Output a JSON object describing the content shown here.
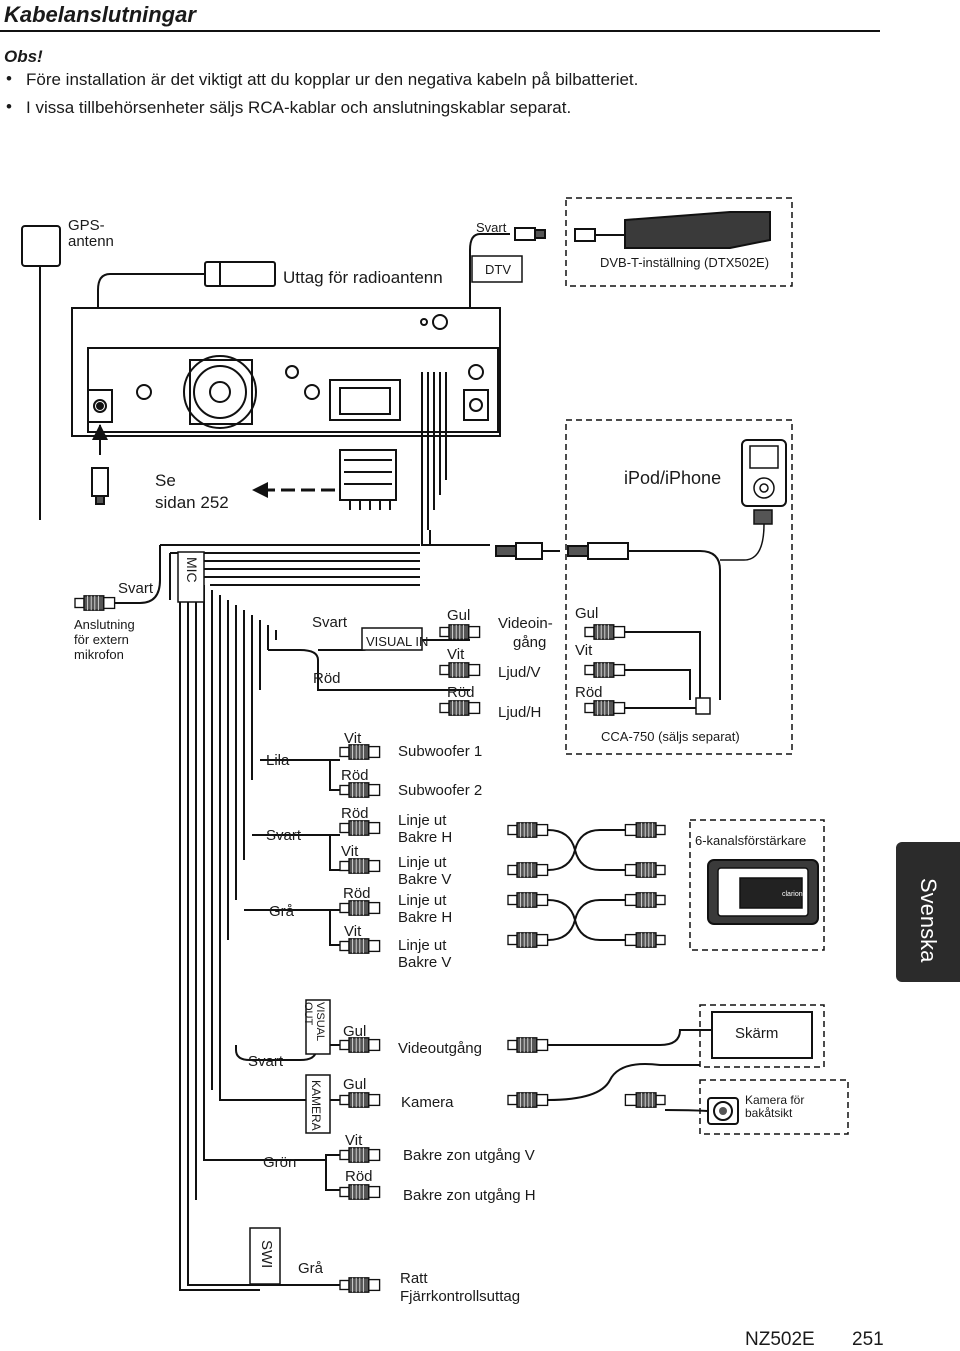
{
  "title": "Kabelanslutningar",
  "notes": {
    "heading": "Obs!",
    "items": [
      "Före installation är det viktigt att du kopplar ur den negativa kabeln på bilbatteriet.",
      "I vissa tillbehörsenheter säljs RCA-kablar och anslutningskablar separat."
    ]
  },
  "labels": {
    "gps_1": "GPS-",
    "gps_2": "antenn",
    "radio": "Uttag för radioantenn",
    "svart_top": "Svart",
    "dtv": "DTV",
    "dvbt": "DVB-T-inställning (DTX502E)",
    "se": "Se",
    "sidan": "sidan 252",
    "ipod": "iPod/iPhone",
    "svart_mic": "Svart",
    "mic": "MIC",
    "ext1": "Anslutning",
    "ext2": "för extern",
    "ext3": "mikrofon",
    "svart_vin": "Svart",
    "visual_in": "VISUAL IN",
    "rod_vin": "Röd",
    "gul_vin": "Gul",
    "vit_vin": "Vit",
    "rod_vin2": "Röd",
    "videoin1": "Videoin-",
    "videoin2": "gång",
    "ljudv": "Ljud/V",
    "ljudh": "Ljud/H",
    "gul_cca": "Gul",
    "vit_cca": "Vit",
    "rod_cca": "Röd",
    "cca": "CCA-750 (säljs separat)",
    "lila": "Lila",
    "svart_l": "Svart",
    "gra": "Grå",
    "vit1": "Vit",
    "rod1": "Röd",
    "rod2": "Röd",
    "vit2": "Vit",
    "rod3": "Röd",
    "vit3": "Vit",
    "sub1": "Subwoofer 1",
    "sub2": "Subwoofer 2",
    "l1a": "Linje ut",
    "l1b": "Bakre H",
    "l2a": "Linje ut",
    "l2b": "Bakre V",
    "l3a": "Linje ut",
    "l3b": "Bakre H",
    "l4a": "Linje ut",
    "l4b": "Bakre V",
    "amp": "6-kanalsförstärkare",
    "brand": "clarion",
    "svenska": "Svenska",
    "visual_out": "VISUAL OUT",
    "svart_vo": "Svart",
    "gul_vo": "Gul",
    "videout": "Videoutgång",
    "skarm": "Skärm",
    "kamera_v": "KAMERA",
    "gul_k": "Gul",
    "kamera": "Kamera",
    "kam_bak1": "Kamera för",
    "kam_bak2": "bakåtsikt",
    "gron": "Grön",
    "vit_bz": "Vit",
    "rod_bz": "Röd",
    "bz_v": "Bakre zon utgång V",
    "bz_h": "Bakre zon utgång H",
    "swi": "SWI",
    "gra_swi": "Grå",
    "ratt": "Ratt",
    "fjarr": "Fjärrkontrollsuttag",
    "model": "NZ502E",
    "page": "251"
  }
}
